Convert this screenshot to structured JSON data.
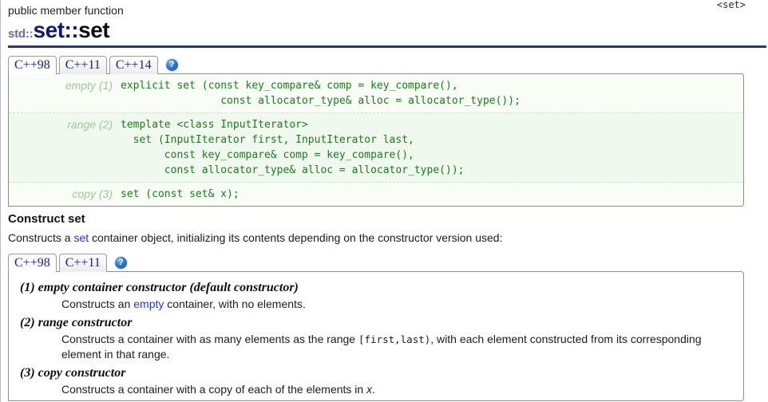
{
  "header": {
    "eyebrow": "public member function",
    "namespace": "std::",
    "class_method": "set::set",
    "include": "<set>",
    "accent_color": "#27348b",
    "link_color": "#2337c9"
  },
  "prototype_tabs": {
    "items": [
      {
        "label": "C++98",
        "active": true
      },
      {
        "label": "C++11",
        "active": false
      },
      {
        "label": "C++14",
        "active": false
      }
    ],
    "help_glyph": "?",
    "help_title": "help-icon"
  },
  "prototypes": [
    {
      "label": "empty (1)",
      "code": "explicit set (const key_compare& comp = key_compare(),\n                const allocator_type& alloc = allocator_type());"
    },
    {
      "label": "range (2)",
      "code": "template <class InputIterator>\n  set (InputIterator first, InputIterator last,\n       const key_compare& comp = key_compare(),\n       const allocator_type& alloc = allocator_type());"
    },
    {
      "label": "copy (3)",
      "code": "set (const set& x);"
    }
  ],
  "section": {
    "heading": "Construct set",
    "paragraph_before": "Constructs a ",
    "paragraph_link": "set",
    "paragraph_after": " container object, initializing its contents depending on the constructor version used:"
  },
  "description_tabs": {
    "items": [
      {
        "label": "C++98",
        "active": true
      },
      {
        "label": "C++11",
        "active": false
      }
    ],
    "help_glyph": "?"
  },
  "descriptions": [
    {
      "term": "(1) empty container constructor (default constructor)",
      "def_part1": "Constructs an ",
      "def_link": "empty",
      "def_part2": " container, with no elements.",
      "def_code": "",
      "def_part3": ""
    },
    {
      "term": "(2) range constructor",
      "def_part1": "Constructs a container with as many elements as the range ",
      "def_link": "",
      "def_part2": "",
      "def_code": "[first,last)",
      "def_part3": ", with each element constructed from its corresponding element in that range."
    },
    {
      "term": "(3) copy constructor",
      "def_part1": "Constructs a container with a copy of each of the elements in ",
      "def_link": "",
      "def_part2": "",
      "def_code": "",
      "def_part3": "."
    }
  ],
  "descriptions_extra": {
    "copy_var": "x"
  }
}
